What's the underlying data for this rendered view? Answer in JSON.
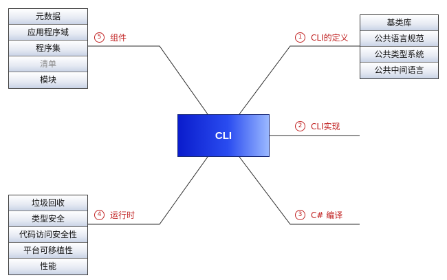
{
  "center": {
    "label": "CLI"
  },
  "branches": [
    {
      "num": "1",
      "label": "CLI的定义",
      "items": [
        "基类库",
        "公共语言规范",
        "公共类型系统",
        "公共中间语言"
      ]
    },
    {
      "num": "2",
      "label": "CLI实现",
      "items": []
    },
    {
      "num": "3",
      "label": "C# 编译",
      "items": []
    },
    {
      "num": "4",
      "label": "运行时",
      "items": [
        "垃圾回收",
        "类型安全",
        "代码访问安全性",
        "平台可移植性",
        "性能"
      ]
    },
    {
      "num": "5",
      "label": "组件",
      "items": [
        "元数据",
        "应用程序域",
        "程序集",
        "清单",
        "模块"
      ]
    }
  ],
  "colors": {
    "center_fill": "#2a4cf0",
    "label_text": "#c02020",
    "line": "#2a2a2a"
  }
}
